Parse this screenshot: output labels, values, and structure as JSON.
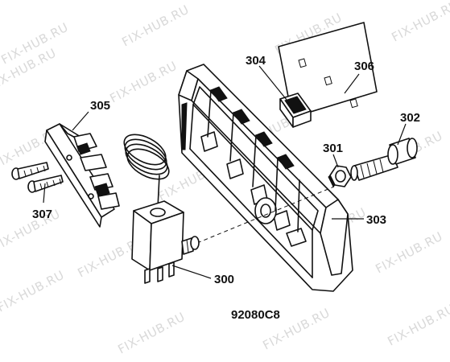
{
  "watermark": "FIX-HUB.RU",
  "drawing_number": "92080C8",
  "parts": [
    {
      "id": "part-300",
      "label": "300"
    },
    {
      "id": "part-301",
      "label": "301"
    },
    {
      "id": "part-302",
      "label": "302"
    },
    {
      "id": "part-303",
      "label": "303"
    },
    {
      "id": "part-304",
      "label": "304"
    },
    {
      "id": "part-305",
      "label": "305"
    },
    {
      "id": "part-306",
      "label": "306"
    },
    {
      "id": "part-307",
      "label": "307"
    }
  ]
}
